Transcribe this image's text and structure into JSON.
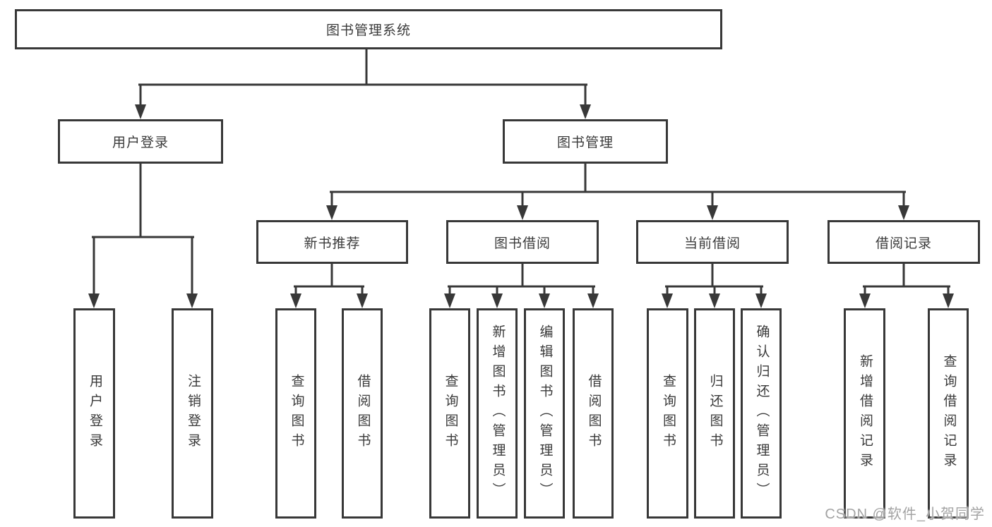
{
  "diagram": {
    "tree": {
      "root": {
        "label": "图书管理系统",
        "children": [
          {
            "label": "用户登录",
            "children": [
              {
                "label": "用户登录"
              },
              {
                "label": "注销登录"
              }
            ]
          },
          {
            "label": "图书管理",
            "children": [
              {
                "label": "新书推荐",
                "children": [
                  {
                    "label": "查询图书"
                  },
                  {
                    "label": "借阅图书"
                  }
                ]
              },
              {
                "label": "图书借阅",
                "children": [
                  {
                    "label": "查询图书"
                  },
                  {
                    "label": "新增图书（管理员）"
                  },
                  {
                    "label": "编辑图书（管理员）"
                  },
                  {
                    "label": "借阅图书"
                  }
                ]
              },
              {
                "label": "当前借阅",
                "children": [
                  {
                    "label": "查询图书"
                  },
                  {
                    "label": "归还图书"
                  },
                  {
                    "label": "确认归还（管理员）"
                  }
                ]
              },
              {
                "label": "借阅记录",
                "children": [
                  {
                    "label": "新增借阅记录"
                  },
                  {
                    "label": "查询借阅记录"
                  }
                ]
              }
            ]
          }
        ]
      }
    },
    "style": {
      "line_color": "#383838",
      "box_border_color": "#383838",
      "box_fill_color": "#ffffff",
      "text_color": "#3a3a3a",
      "watermark_color": "#a3a3a3"
    }
  },
  "watermark": {
    "text": "CSDN @软件_小贺同学"
  }
}
